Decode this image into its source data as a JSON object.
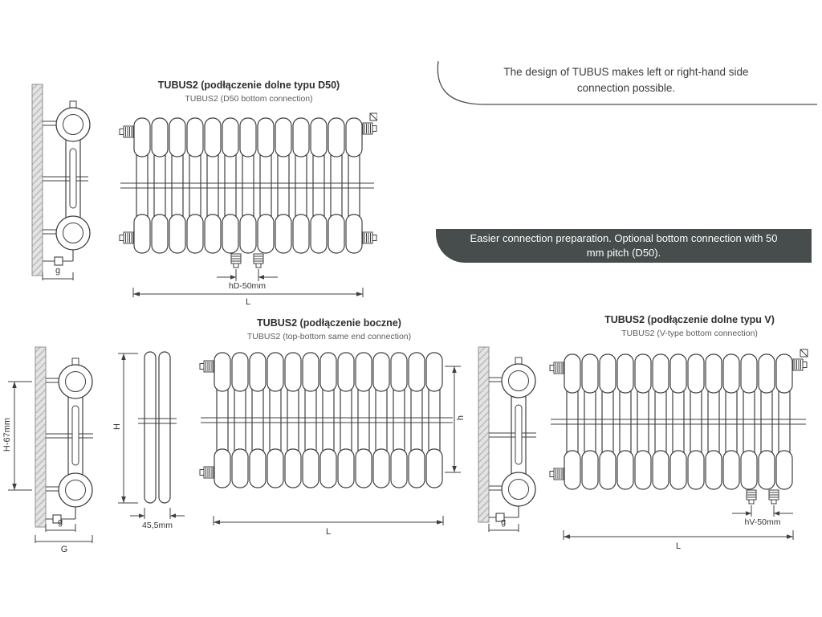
{
  "callout": {
    "text": "The design of TUBUS makes left or right-hand side connection possible."
  },
  "banner": {
    "text": "Easier connection preparation. Optional bottom connection with 50 mm pitch (D50)."
  },
  "d50": {
    "title": "TUBUS2 (podłączenie dolne typu D50)",
    "subtitle": "TUBUS2 (D50 bottom connection)",
    "dims": {
      "pitch": "hD-50mm",
      "length": "L",
      "wall_gap": "g"
    }
  },
  "boczne": {
    "title": "TUBUS2 (podłączenie boczne)",
    "subtitle": "TUBUS2 (top-bottom same end connection)",
    "dims": {
      "height": "h",
      "length": "L"
    }
  },
  "vtype": {
    "title": "TUBUS2 (podłączenie dolne typu V)",
    "subtitle": "TUBUS2 (V-type bottom connection)",
    "dims": {
      "pitch": "hV-50mm",
      "length": "L",
      "wall_gap": "g"
    }
  },
  "side_dims": {
    "h67": "H-67mm",
    "H": "H",
    "depth": "45,5mm",
    "g": "g",
    "G": "G"
  }
}
